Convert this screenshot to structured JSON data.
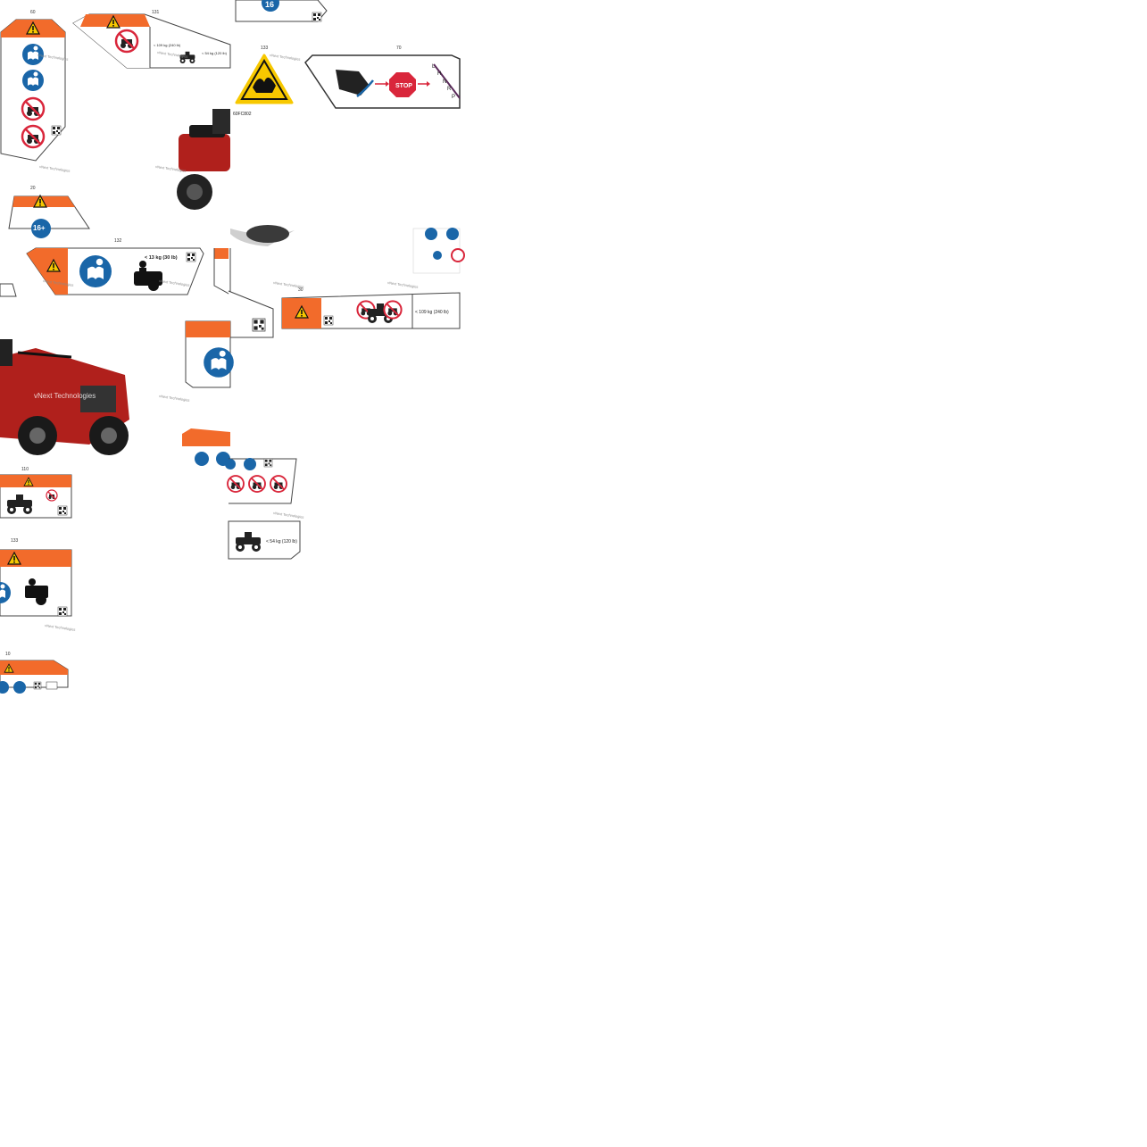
{
  "labels": {
    "l60": "60",
    "l131": "131",
    "l133_top": "133",
    "l70": "70",
    "code": "60FC802",
    "l20": "20",
    "l132": "132",
    "l30": "30",
    "l110": "110",
    "l133_bottom": "133",
    "l10": "10"
  },
  "load_text": {
    "rear_240": "< 109 kg (240 lb)",
    "rear_120": "< 54 kg (120 lb)",
    "rack_30": "< 13 kg (30 lb)",
    "mid_240": "< 109 kg (240 lb)",
    "low_120": "< 54 kg (120 lb)"
  },
  "age_text": "16",
  "age_text_plus": "16+",
  "stop_text": "STOP",
  "gear_letters": [
    "L",
    "H",
    "N",
    "R",
    "P"
  ],
  "watermark": "vNext Technologies",
  "brand_colors": {
    "orange": "#f26b2b",
    "blue": "#1a66a8",
    "red": "#d9263b",
    "yellow": "#f7c800"
  },
  "icons": [
    "warning-triangle-icon",
    "read-manual-icon",
    "no-passenger-icon",
    "no-rider-icon",
    "fire-hazard-icon",
    "stop-sign-icon",
    "boot-brake-icon",
    "gear-shift-icon",
    "atv-icon",
    "qr-code-icon"
  ]
}
